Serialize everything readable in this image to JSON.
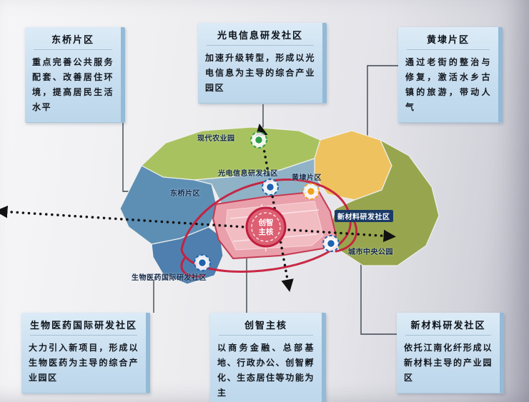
{
  "callouts": [
    {
      "id": "dongqiao",
      "title": "东桥片区",
      "body": "重点完善公共服务配套、改善居住环境，提高居民生活水平"
    },
    {
      "id": "optoelectronics",
      "title": "光电信息研发社区",
      "body": "加速升级转型，形成以光电信息为主导的综合产业园区"
    },
    {
      "id": "huangdai",
      "title": "黄埭片区",
      "body": "通过老街的整治与修复，激活水乡古镇的旅游，带动人气"
    },
    {
      "id": "biomedicine",
      "title": "生物医药国际研发社区",
      "body": "大力引入新项目，形成以生物医药为主导的综合产业园区"
    },
    {
      "id": "core",
      "title": "创智主核",
      "body": "以商务金融、总部基地、行政办公、创智孵化、生态居住等功能为主"
    },
    {
      "id": "new-materials",
      "title": "新材料研发社区",
      "body": "依托江南化纤形成以新材料主导的产业园区"
    }
  ],
  "map_labels": {
    "modern_agriculture": "现代农业园",
    "optoelectronics": "光电信息研发社区",
    "huangdai": "黄埭片区",
    "dongqiao": "东桥片区",
    "new_materials": "新材料研发社区",
    "central_park": "城市中央公园",
    "biomedicine": "生物医药国际研发社区"
  },
  "core": {
    "line1": "创智",
    "line2": "主核"
  },
  "colors": {
    "callout_bg": "#c8def0",
    "callout_edge": "#93bad6",
    "region_green": "#a9c260",
    "region_blue_left": "#5d8fb5",
    "region_mid_blue": "#8fb2c6",
    "region_yellow": "#eec25f",
    "region_olive": "#97a64e",
    "region_blue_bottom": "#4f7fae",
    "core_pink": "#e9a0ab",
    "core_red": "#c5203f",
    "loop_red": "#c81f3e",
    "arrow_black": "#111111",
    "marker_green": "#2f9e49",
    "marker_blue": "#1f63b0",
    "marker_orange": "#f0a21e",
    "label_navy": "#13294a"
  }
}
